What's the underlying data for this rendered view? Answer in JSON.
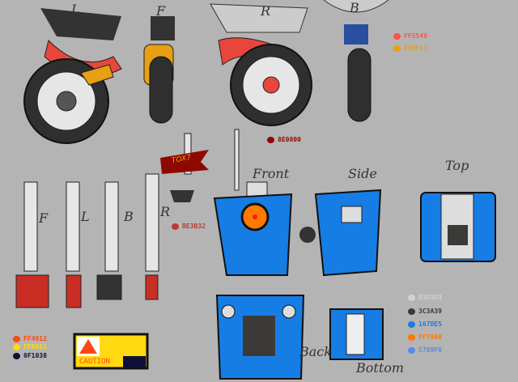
{
  "views": {
    "left": "L",
    "front": "F",
    "right": "R",
    "back": "B",
    "arm_front": "F",
    "arm_left": "L",
    "arm_back": "B",
    "arm_right": "R",
    "body_front": "Front",
    "body_side": "Side",
    "body_top": "Top",
    "body_back": "Back",
    "body_bottom": "Bottom"
  },
  "flag_text": "TOX7",
  "caution_text": "CAUTION",
  "swatches_wheel": [
    {
      "hex": "FF5549",
      "color": "#ff5549"
    },
    {
      "hex": "E89F13",
      "color": "#e89f13"
    }
  ],
  "swatch_flag": {
    "hex": "8E0800",
    "color": "#8e0800"
  },
  "swatch_arm": {
    "hex": "BE3B32",
    "color": "#be3b32"
  },
  "swatches_body": [
    {
      "hex": "D3D3D3",
      "color": "#d3d3d3"
    },
    {
      "hex": "3C3A39",
      "color": "#3c3a39"
    },
    {
      "hex": "167DE5",
      "color": "#167de5"
    },
    {
      "hex": "FF7800",
      "color": "#ff7800"
    },
    {
      "hex": "5789F0",
      "color": "#5789f0"
    }
  ],
  "swatches_caution": [
    {
      "hex": "FF4912",
      "color": "#ff4912"
    },
    {
      "hex": "FFD912",
      "color": "#ffd912"
    },
    {
      "hex": "0F1038",
      "color": "#0f1038"
    }
  ]
}
